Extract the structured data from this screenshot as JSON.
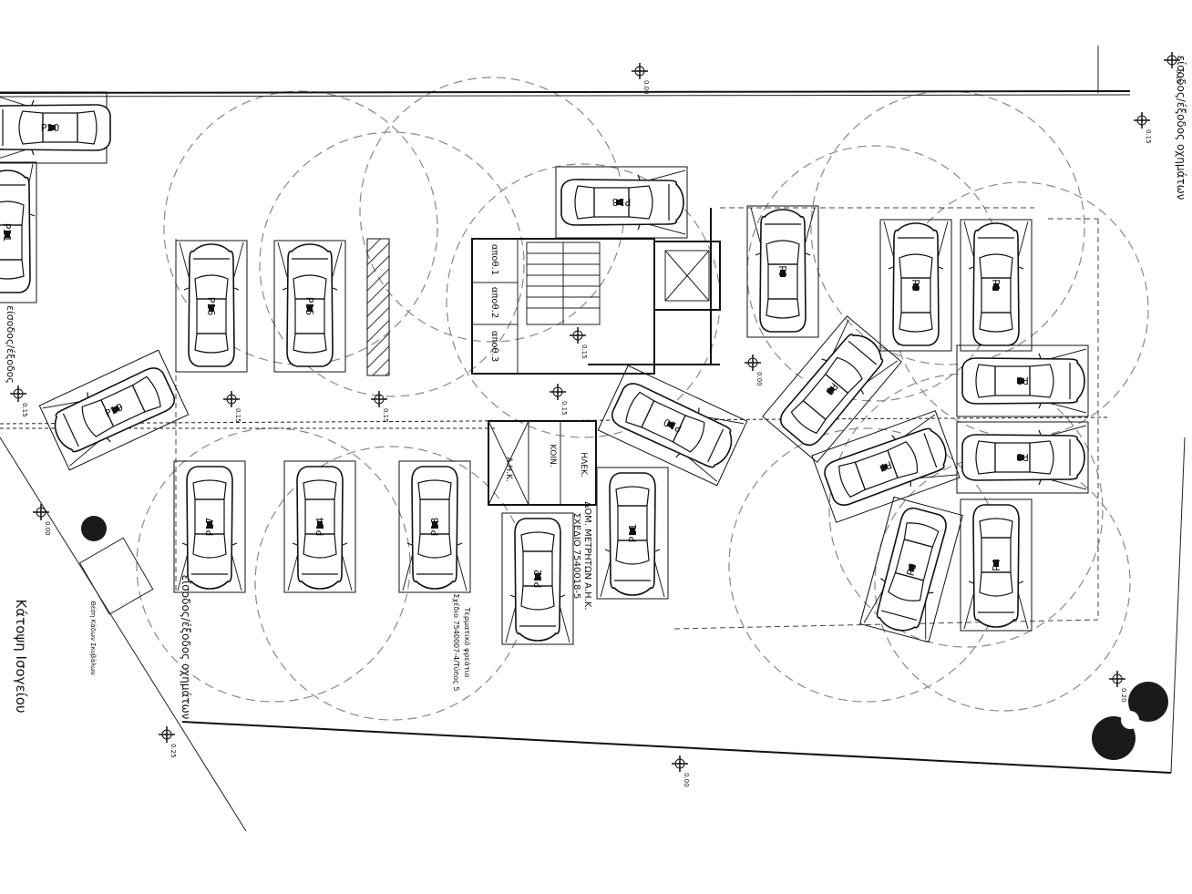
{
  "parking_spaces": [
    {
      "id": "P1"
    },
    {
      "id": "P2"
    },
    {
      "id": "P3"
    },
    {
      "id": "P4"
    },
    {
      "id": "P5"
    },
    {
      "id": "P6"
    },
    {
      "id": "P7"
    },
    {
      "id": "P8"
    },
    {
      "id": "P9"
    },
    {
      "id": "P10"
    },
    {
      "id": "P11"
    },
    {
      "id": "P12"
    },
    {
      "id": "P13"
    },
    {
      "id": "P14"
    },
    {
      "id": "P15"
    },
    {
      "id": "P16"
    },
    {
      "id": "P17"
    },
    {
      "id": "P18"
    },
    {
      "id": "P19"
    },
    {
      "id": "P20"
    },
    {
      "id": "P21"
    }
  ],
  "labels": {
    "entry_exit_top_right": "είσοδος/έξοδος οχημάτων",
    "entry_exit_bottom_left": "είσοδος/έξοδος οχημάτων",
    "entry_exit_left": "είσοδος/έξοδος",
    "street_name": "Κάτοψη Ισογείου",
    "storage_1": "αποθ.1",
    "storage_2": "αποθ.2",
    "storage_3": "αποθ.3",
    "koin": "ΚΟΙΝ.",
    "ilek": "ΗΛΕΚ.",
    "ahk": "Α.Η.Κ.",
    "meter_note_1": "ΔΟΜ. ΜΕΤΡΗΤΩΝ Α.Η.Κ.",
    "meter_note_2": "ΣΧΕΔΙΟ 7540018-5",
    "pillar_note_1": "Τερματικό φρεάτιο",
    "pillar_note_2": "Σχέδιο 7540007-4/Τύπος 5",
    "bins_note": "Θέση Κάδων Σκυβάλων"
  },
  "levels": {
    "top_center": "0.00",
    "top_right_corner": "0.15",
    "top_right_entry": "0.15",
    "left_entry": "0.15",
    "row_mid_1": "0.15",
    "row_mid_2": "0.15",
    "stair": "0.15",
    "lobby": "0.15",
    "right_side": "0.00",
    "bottom_right": "0.20",
    "bottom_left": "0.25",
    "bottom_center": "0.00",
    "left_lower": "0.00"
  },
  "colors": {
    "line": "#111111",
    "dash": "#888888",
    "hatch": "#333333",
    "tree": "#1a1a1a"
  }
}
